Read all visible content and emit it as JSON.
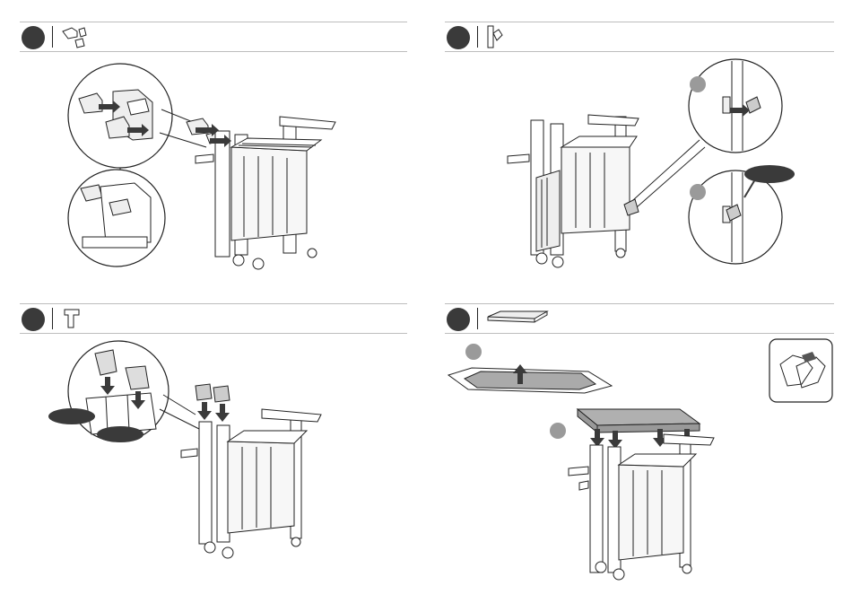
{
  "colors": {
    "step_dot": "#3a3a3a",
    "sub_dot": "#9a9a9a",
    "rule": "#bdbdbd",
    "line": "#222222",
    "top_gray": "#b0b0b0",
    "arrow": "#3a3a3a"
  },
  "steps": [
    {
      "position": "top-left",
      "part_icon": "side-bracket-part-icon",
      "sub_markers": []
    },
    {
      "position": "top-right",
      "part_icon": "latch-part-icon",
      "sub_markers": [
        "upper-detail",
        "lower-detail"
      ]
    },
    {
      "position": "bottom-left",
      "part_icon": "cap-part-icon",
      "sub_markers": []
    },
    {
      "position": "bottom-right",
      "part_icon": "tabletop-part-icon",
      "sub_markers": [
        "peel-film",
        "place-top"
      ]
    }
  ],
  "extra_icons": [
    "gloves-icon"
  ]
}
